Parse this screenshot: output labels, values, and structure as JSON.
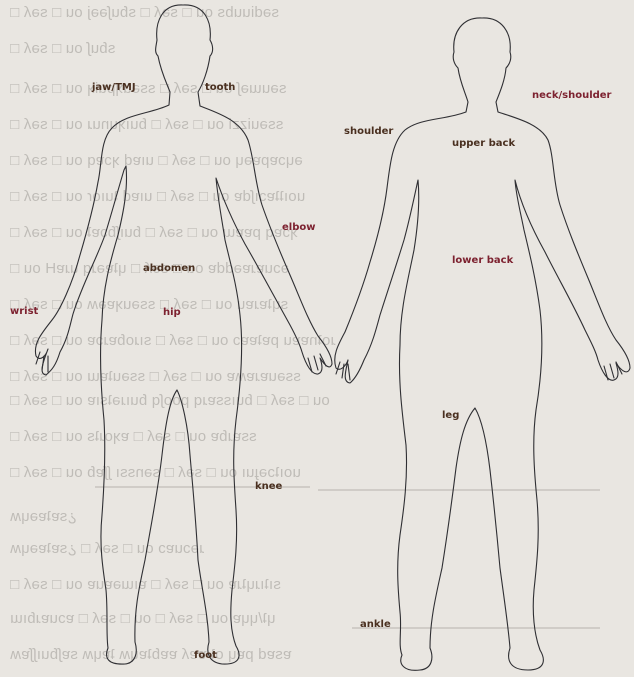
{
  "labels": {
    "jaw": "jaw/TMJ",
    "tooth": "tooth",
    "neck_shoulder": "neck/shoulder",
    "shoulder": "shoulder",
    "upper_back": "upper back",
    "elbow": "elbow",
    "abdomen": "abdomen",
    "lower_back": "lower back",
    "wrist": "wrist",
    "hip": "hip",
    "leg": "leg",
    "knee": "knee",
    "ankle": "ankle",
    "foot": "foot"
  },
  "colors": {
    "label_red": "#7d2230",
    "label_brown": "#4a3020",
    "outline": "#2f2f33",
    "paper": "#e9e6e1"
  }
}
